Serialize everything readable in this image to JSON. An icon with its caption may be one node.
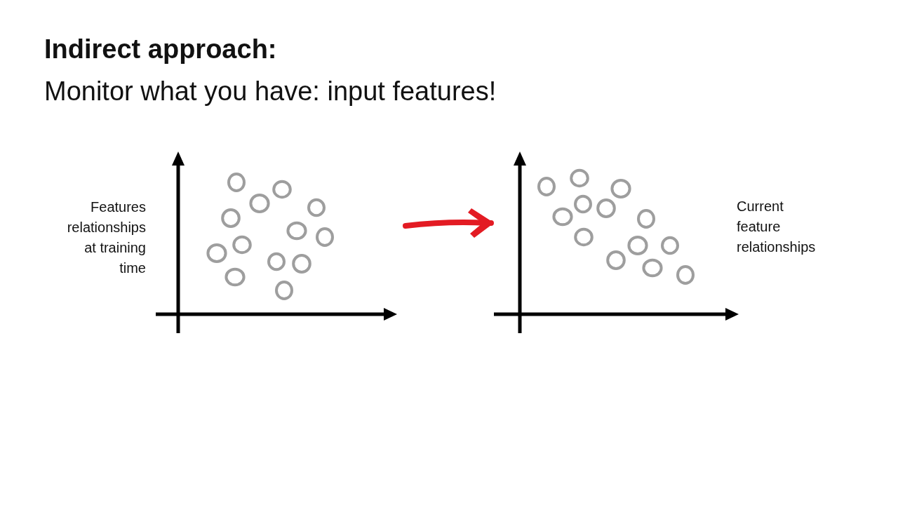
{
  "diagram": {
    "title": "Indirect approach:",
    "nodes": [
      {
        "text": [],
        "shape": "picture",
        "beside": [
          "Features relationships at training time"
        ]
      },
      {
        "text": [],
        "shape": "picture",
        "beside": [
          "Current feature relationships"
        ]
      }
    ],
    "edges": [
      {
        "from": 0,
        "to": 1,
        "arrow": "to",
        "color": "#e31b23"
      }
    ],
    "labels": [
      "Monitor what you have: input features!"
    ]
  }
}
